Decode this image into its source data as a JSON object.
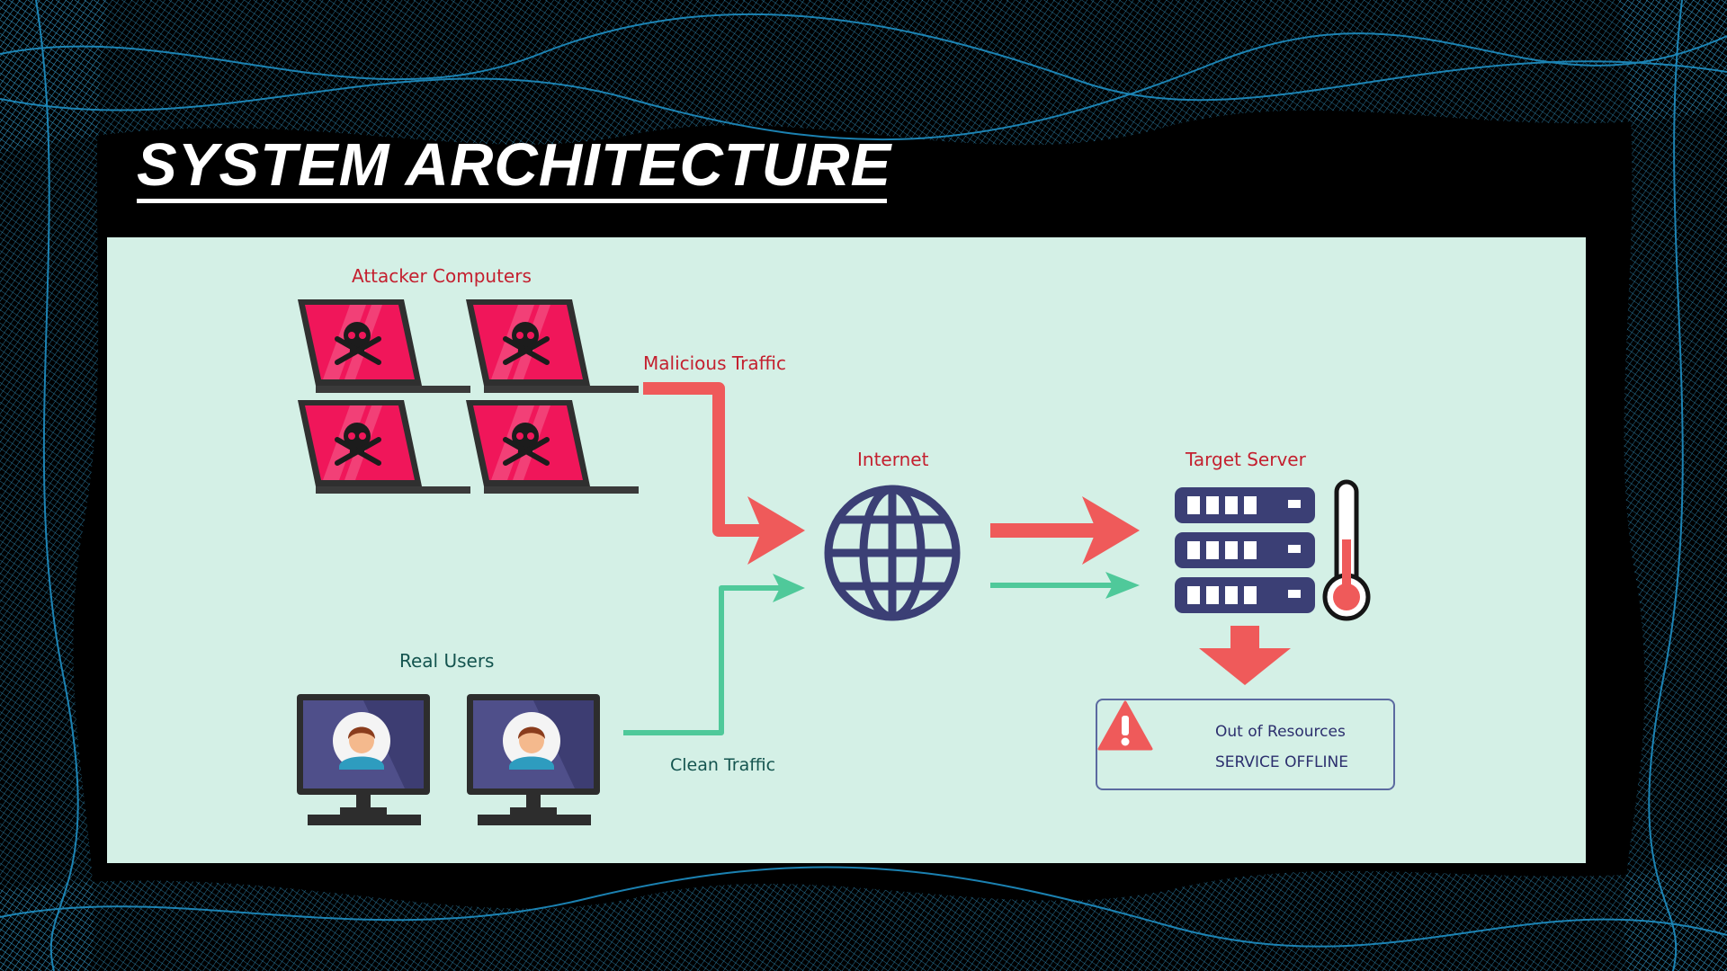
{
  "slide": {
    "title": "SYSTEM ARCHITECTURE"
  },
  "diagram": {
    "groups": {
      "attackers": "Attacker Computers",
      "real_users": "Real Users",
      "internet": "Internet",
      "target": "Target Server"
    },
    "edges": {
      "malicious": "Malicious Traffic",
      "clean": "Clean Traffic"
    },
    "alert": {
      "line1": "Out of Resources",
      "line2": "SERVICE OFFLINE"
    }
  },
  "colors": {
    "background": "#000000",
    "mesh": "#1e8fc4",
    "panel": "#d4f0e6",
    "malicious": "#ef5a5a",
    "clean": "#4fc99a",
    "navy": "#3b3f75",
    "attacker_screen": "#f0165a"
  },
  "icons": [
    "laptop-skull-icon",
    "monitor-user-icon",
    "globe-icon",
    "server-rack-icon",
    "thermometer-icon",
    "warning-icon",
    "down-arrow-icon"
  ]
}
